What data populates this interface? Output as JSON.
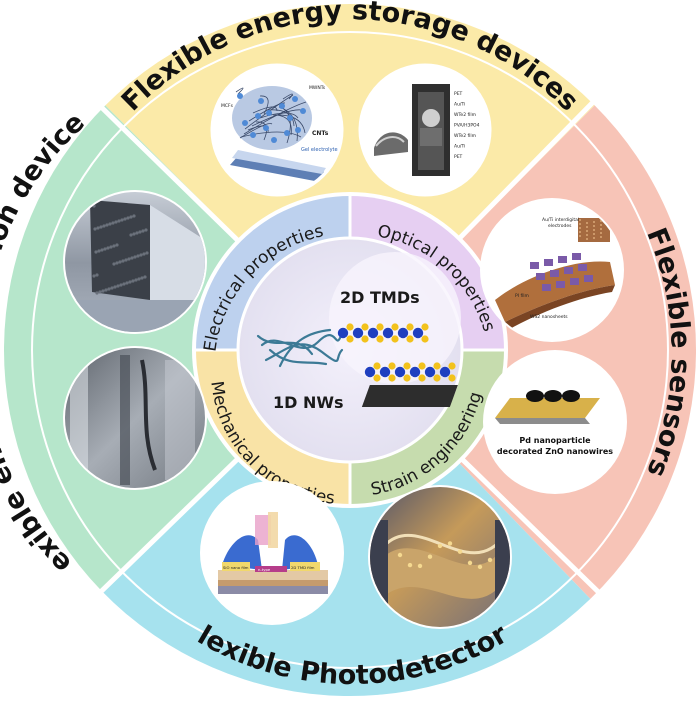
{
  "diagram": {
    "center_labels": {
      "nw": "1D NWs",
      "tmd": "2D TMDs"
    },
    "inner_ring": [
      {
        "label": "Electrical properties",
        "color": "#bdd1ee"
      },
      {
        "label": "Optical properties",
        "color": "#e6cff2"
      },
      {
        "label": "Strain engineering",
        "color": "#c6dcae"
      },
      {
        "label": "Mechanical properties",
        "color": "#f9e3a6"
      }
    ],
    "outer_sectors": [
      {
        "label": "Flexible energy storage devices",
        "color": "#fbeaa8"
      },
      {
        "label": "Flexible sensors",
        "color": "#f7c4b7"
      },
      {
        "label": "Flexible Photodetectors",
        "color": "#a6e2ee"
      },
      {
        "label": "Flexible energy conversion devices",
        "color": "#b6e6cb"
      }
    ],
    "image_labels": {
      "storage_left": [
        "MWNTs",
        "MCFs",
        "CNTs",
        "Gel electrolyte"
      ],
      "storage_right": [
        "PET",
        "Au/Ti",
        "WTe2 film",
        "PVA/H3PO4",
        "WTe2 film",
        "Au/Ti",
        "PET"
      ],
      "sensor_top": [
        "Au/Ti interdigital",
        "electrodes",
        "PI film",
        "WS2 nanosheets"
      ],
      "sensor_bottom": [
        "Pd nanoparticle",
        "decorated ZnO nanowires"
      ],
      "photo_left": [
        "SiO nano film",
        "n-type",
        "2D TMD film"
      ]
    }
  }
}
